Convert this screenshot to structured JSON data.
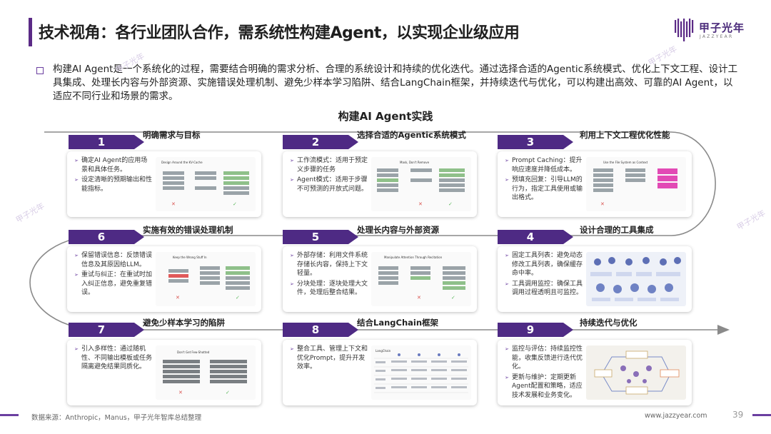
{
  "header": {
    "title": "技术视角：各行业团队合作，需系统性构建Agent，以实现企业级应用",
    "logo_cn": "甲子光年",
    "logo_en": "JAZZYEAR",
    "brand_color": "#4e2a84"
  },
  "intro": "构建AI Agent是一个系统化的过程，需要结合明确的需求分析、合理的系统设计和持续的优化迭代。通过选择合适的Agentic系统模式、优化上下文工程、设计工具集成、处理长内容与外部资源、实施错误处理机制、避免少样本学习陷阱、结合LangChain框架，并持续迭代与优化，可以构建出高效、可靠的AI Agent，以适应不同行业和场景的需求。",
  "diagram_title": "构建AI Agent实践",
  "steps": [
    {
      "num": "1",
      "title": "明确需求与目标",
      "bullets": [
        "确定AI Agent的应用场景和具体任务。",
        "设定清晰的预期输出和性能指标。"
      ],
      "fig_caption": "Design Around the KV-Cache"
    },
    {
      "num": "2",
      "title": "选择合适的Agentic系统模式",
      "bullets": [
        "工作流模式：适用于预定义步骤的任务",
        "Agent模式：适用于步骤不可预测的开放式问题。"
      ],
      "fig_caption": "Mask, Don't Remove"
    },
    {
      "num": "3",
      "title": "利用上下文工程优化性能",
      "bullets": [
        "Prompt Caching：提升响应速度并降低成本。",
        "预填充回复：引导LLM的行为，指定工具使用或输出格式。"
      ],
      "fig_caption": "Use the File System as Context"
    },
    {
      "num": "4",
      "title": "设计合理的工具集成",
      "bullets": [
        "固定工具列表：避免动态修改工具列表，确保缓存命中率。",
        "工具调用监控：确保工具调用过程透明且可监控。"
      ],
      "fig_caption": ""
    },
    {
      "num": "5",
      "title": "处理长内容与外部资源",
      "bullets": [
        "外部存储：利用文件系统存储长内容，保持上下文轻量。",
        "分块处理：逐块处理大文件，处理后整合结果。"
      ],
      "fig_caption": "Manipulate Attention Through Recitation"
    },
    {
      "num": "6",
      "title": "实施有效的错误处理机制",
      "bullets": [
        "保留错误信息：反馈错误信息及其原因给LLM。",
        "重试与纠正：在重试时加入纠正信息，避免重复错误。"
      ],
      "fig_caption": "Keep the Wrong Stuff In"
    },
    {
      "num": "7",
      "title": "避免少样本学习的陷阱",
      "bullets": [
        "引入多样性：通过随机性、不同输出模板或任务隔离避免结果同质化。"
      ],
      "fig_caption": "Don't Get Few-Shotted"
    },
    {
      "num": "8",
      "title": "结合LangChain框架",
      "bullets": [
        "整合工具、管理上下文和优化Prompt，提升开发效率。"
      ],
      "fig_caption": "LangChain"
    },
    {
      "num": "9",
      "title": "持续迭代与优化",
      "bullets": [
        "监控与评估：持续监控性能，收集反馈进行迭代优化。",
        "更新与维护：定期更新Agent配置和策略，适应技术发展和业务变化。"
      ],
      "fig_caption": ""
    }
  ],
  "footer": {
    "source": "数据来源：Anthropic，Manus，甲子光年智库总结整理",
    "site": "www.jazzyear.com",
    "page": "39"
  },
  "watermark_text": "甲子光年"
}
